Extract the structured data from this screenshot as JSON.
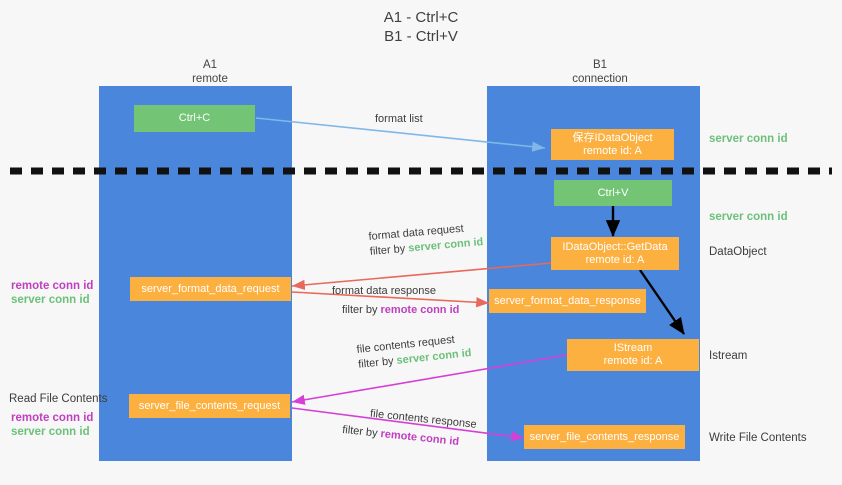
{
  "title": {
    "line1": "A1 - Ctrl+C",
    "line2": "B1 - Ctrl+V"
  },
  "columns": [
    {
      "name": "A1",
      "sub": "remote"
    },
    {
      "name": "B1",
      "sub": "connection"
    }
  ],
  "colors": {
    "lane": "#4a86dc",
    "green_box": "#74c476",
    "orange_box": "#fcb040",
    "background": "#f7f7f7",
    "server_conn_id": "#6cc07a",
    "remote_conn_id": "#c040c0",
    "arrow_format_list": "#7fb8e8",
    "arrow_format_data": "#e8685c",
    "arrow_file_contents": "#d63fd6",
    "arrow_black": "#000000",
    "divider": "#111111"
  },
  "boxes": {
    "ctrl_c": {
      "label": "Ctrl+C"
    },
    "save_idataobject": {
      "line1": "保存IDataObject",
      "line2": "remote id: A"
    },
    "ctrl_v": {
      "label": "Ctrl+V"
    },
    "getdata": {
      "line1": "IDataObject::GetData",
      "line2": "remote id: A"
    },
    "server_format_data_request": {
      "label": "server_format_data_request"
    },
    "server_format_data_response": {
      "label": "server_format_data_response"
    },
    "istream": {
      "line1": "IStream",
      "line2": "remote id: A"
    },
    "server_file_contents_request": {
      "label": "server_file_contents_request"
    },
    "server_file_contents_response": {
      "label": "server_file_contents_response"
    }
  },
  "edge_labels": {
    "format_list": "format list",
    "format_data_request": {
      "line1": "format data request",
      "filter_prefix": "filter by ",
      "filter_value": "server conn id"
    },
    "format_data_response": {
      "line1": "format data response",
      "filter_prefix": "filter by ",
      "filter_value": "remote conn id"
    },
    "file_contents_request": {
      "line1": "file contents request",
      "filter_prefix": "filter by ",
      "filter_value": "server conn id"
    },
    "file_contents_response": {
      "line1": "file contents response",
      "filter_prefix": "filter by ",
      "filter_value": "remote conn id"
    }
  },
  "right_labels": {
    "server_conn_id_top": "server conn id",
    "server_conn_id_mid": "server conn id",
    "dataobject": "DataObject",
    "istream": "Istream",
    "write_file_contents": "Write File Contents"
  },
  "left_labels": {
    "conn_ids_mid": {
      "remote": "remote conn id",
      "server": "server conn id"
    },
    "read_file_contents": "Read File Contents",
    "conn_ids_bottom": {
      "remote": "remote conn id",
      "server": "server conn id"
    }
  }
}
